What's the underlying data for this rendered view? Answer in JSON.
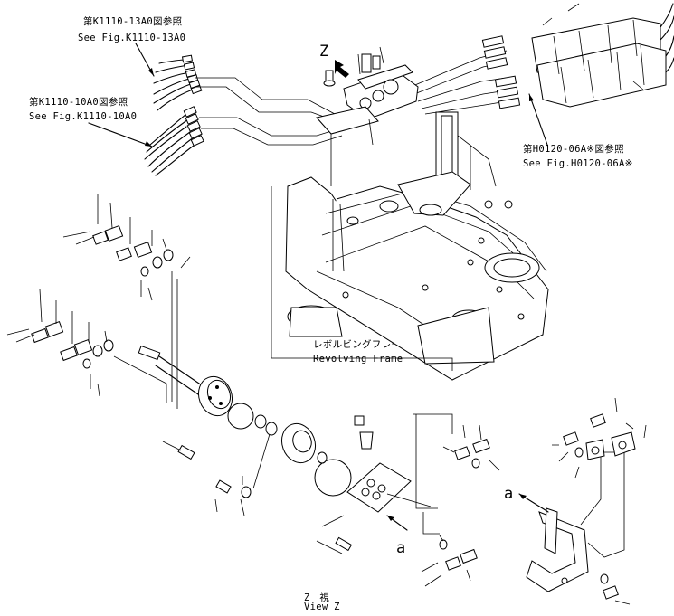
{
  "references": [
    {
      "ja": "第K1110-13A0図参照",
      "en": "See Fig.K1110-13A0"
    },
    {
      "ja": "第K1110-10A0図参照",
      "en": "See Fig.K1110-10A0"
    },
    {
      "ja": "第H0120-06A※図参照",
      "en": "See Fig.H0120-06A※"
    }
  ],
  "frame_label": {
    "ja": "レボルビングフレーム",
    "en": "Revolving Frame"
  },
  "view_label": {
    "ja": "Z　視",
    "en": "View Z"
  },
  "markers": {
    "view_arrow": "Z",
    "detail_a": "a",
    "detail_a2": "a"
  },
  "icons": {
    "view-direction-arrow": "filled-arrow",
    "colors": {
      "line": "#000000",
      "background": "#ffffff"
    }
  }
}
